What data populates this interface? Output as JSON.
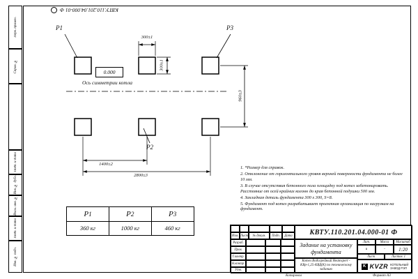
{
  "page": {
    "doc_number_top": "КВТУ.110.201.04.000-01 Ф",
    "copied_label": "Копировал",
    "format_label": "Формат А3"
  },
  "side_strip": {
    "labels": [
      "Перв. примен.",
      "Справ. №",
      "",
      "Подп. и дата",
      "Инв. № дубл.",
      "Взам. инв. №",
      "Подп. и дата",
      "Инв. № подл."
    ]
  },
  "drawing": {
    "pad_labels": {
      "p1": "Р1",
      "p2": "Р2",
      "p3": "Р3"
    },
    "elevation": "0.000",
    "axis_label": "Ось симметрии котла",
    "dimensions": {
      "width_top": "300±1",
      "height_side": "300±1",
      "row_spacing": "960±3",
      "column_spacing": "1400±2",
      "total_span": "2800±3"
    }
  },
  "notes": [
    "1. *Размер для справок.",
    "2. Отклонение от горизонтального уровня верхней поверхности фундамента не более 10 мм.",
    "3. В случае отсутствия бетонного пола площадку под котел забетонировать. Расстояние от осей крайних колонн до края бетонной подушки 500 мм.",
    "4. Закладная деталь фундамента 300 х 300, S=8.",
    "5. Фундамент под котел разрабатывает проектная организация по нагрузкам на фундамент."
  ],
  "load_table": {
    "headers": [
      {
        "base": "Р",
        "sub": "1"
      },
      {
        "base": "Р",
        "sub": "2"
      },
      {
        "base": "Р",
        "sub": "3"
      }
    ],
    "values": [
      "360 кг",
      "1000 кг",
      "460 кг"
    ]
  },
  "title_block": {
    "doc_number": "КВТУ.110.201.04.000-01 Ф",
    "title": "Задание на установку фундамента",
    "product": "Котел Водогрейный Heatexpert - КВр-1,25-КВД(К) по техническому заданию",
    "change_header": [
      "Изм.",
      "Лист",
      "№ докум.",
      "Подп.",
      "Дата"
    ],
    "roles": [
      "Разраб.",
      "Пров.",
      "Т.контр.",
      "Н.контр.",
      "Утв."
    ],
    "lit_headers": [
      "Лит.",
      "Масса",
      "Масштаб"
    ],
    "lit_values": [
      "и",
      "-",
      "1:20"
    ],
    "sheet_label": "Лист",
    "sheets_label": "Листов",
    "sheets_value": "1",
    "logo_text": "KVZR",
    "company_line1": "КОТЕЛЬНЫЙ",
    "company_line2": "ЗАВОД РЭП"
  }
}
